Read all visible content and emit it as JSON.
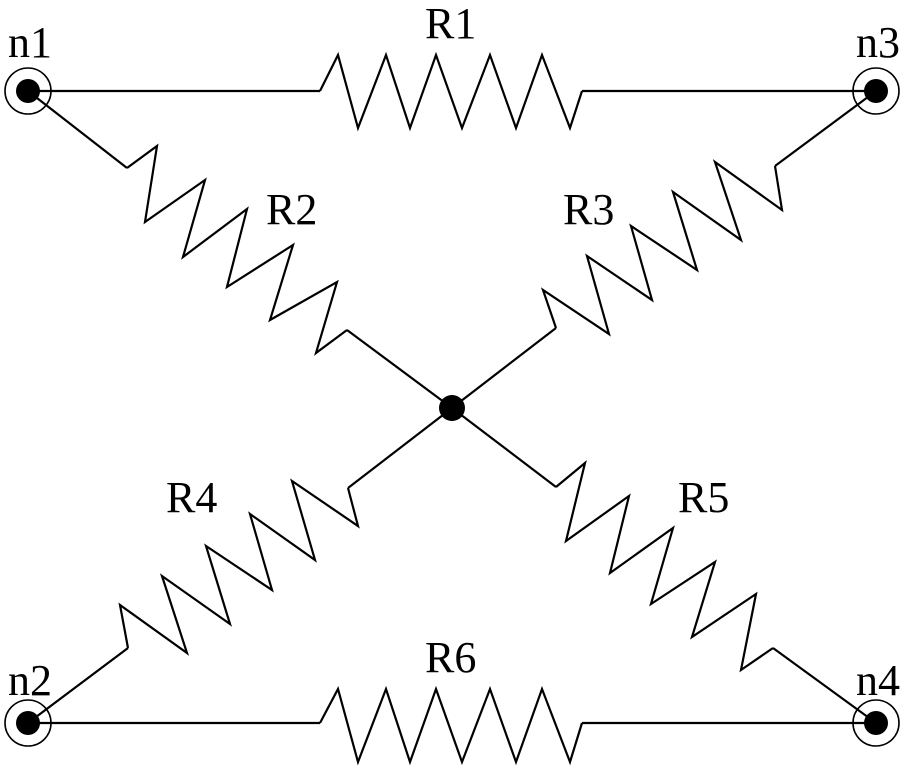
{
  "diagram": {
    "nodes": [
      {
        "id": "n1",
        "label": "n1"
      },
      {
        "id": "n2",
        "label": "n2"
      },
      {
        "id": "n3",
        "label": "n3"
      },
      {
        "id": "n4",
        "label": "n4"
      }
    ],
    "resistors": [
      {
        "id": "R1",
        "label": "R1",
        "from": "n1",
        "to": "n3"
      },
      {
        "id": "R2",
        "label": "R2",
        "from": "n1",
        "to": "center"
      },
      {
        "id": "R3",
        "label": "R3",
        "from": "n3",
        "to": "center"
      },
      {
        "id": "R4",
        "label": "R4",
        "from": "n2",
        "to": "center"
      },
      {
        "id": "R5",
        "label": "R5",
        "from": "n4",
        "to": "center"
      },
      {
        "id": "R6",
        "label": "R6",
        "from": "n2",
        "to": "n4"
      }
    ]
  }
}
